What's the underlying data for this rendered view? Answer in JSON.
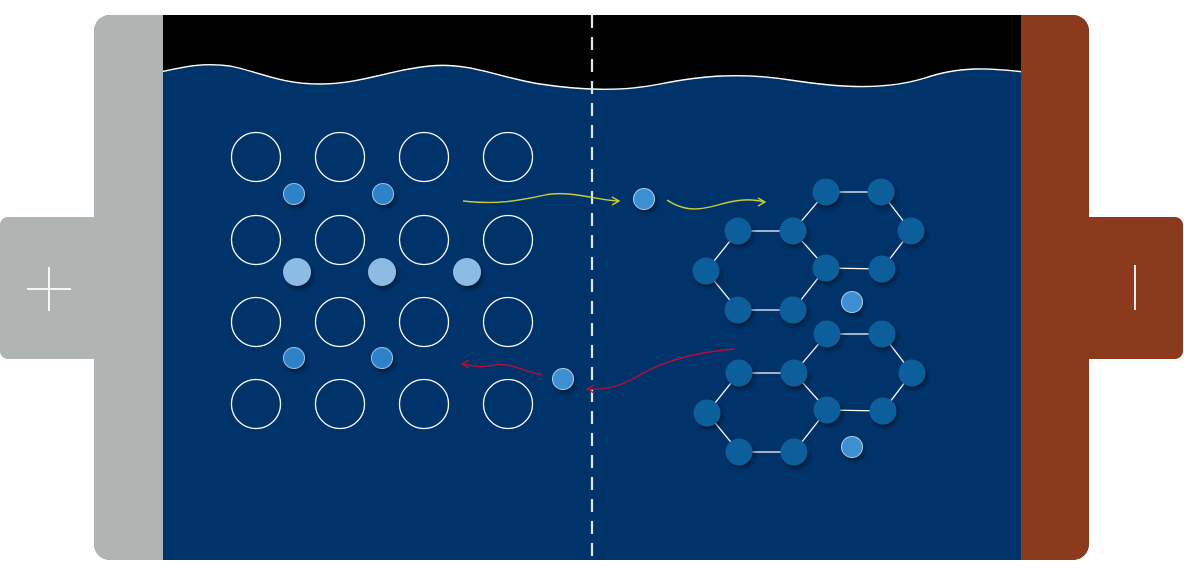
{
  "diagram": {
    "type": "lithium-ion battery schematic",
    "positive_terminal": {
      "symbol": "+",
      "color": "#b0b5b4"
    },
    "negative_terminal": {
      "symbol": "|",
      "color": "#8b3a1e"
    },
    "colors": {
      "electrolyte": "#003369",
      "headspace": "#000000",
      "separator": "#dfe6ee",
      "cathode_atom_outline": "#ffffff",
      "lattice_ion": "#2f82c8",
      "large_ion": "#8cbbe3",
      "graphite_atom": "#0d5e9c",
      "free_ion": "#3c8fd2",
      "charge_arrow": "#c6cc3a",
      "discharge_arrow": "#b0103a"
    },
    "arrows": [
      {
        "name": "lithium-ion-toward-anode",
        "color_key": "charge_arrow"
      },
      {
        "name": "lithium-ion-toward-cathode",
        "color_key": "discharge_arrow"
      }
    ]
  }
}
